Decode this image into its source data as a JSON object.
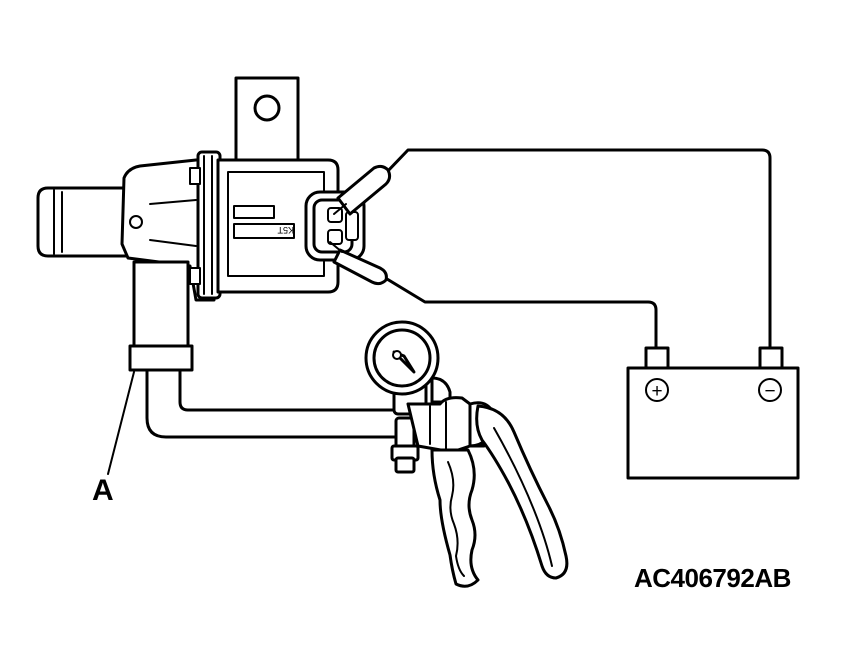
{
  "labels": {
    "callout": "A",
    "figure_id": "AC406792AB",
    "solenoid_marking": "K5T",
    "battery_positive": "+",
    "battery_negative": "−"
  },
  "colors": {
    "line": "#000000",
    "background": "#ffffff"
  }
}
